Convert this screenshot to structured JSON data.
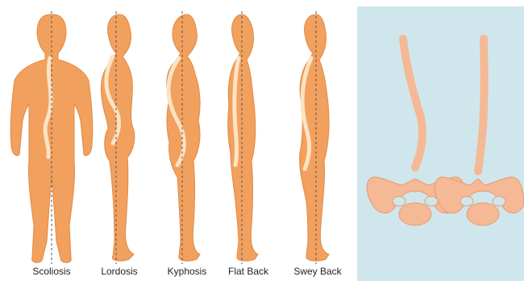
{
  "labels": [
    "Scoliosis",
    "Lordosis",
    "Kyphosis",
    "Flat Back",
    "Swey Back"
  ],
  "colors": {
    "body": "#f2a05e",
    "outline": "#e08a45",
    "spine": "#fbe3c4",
    "midline": "#555555",
    "panel": "#cfe7ec",
    "bone": "#f5b995",
    "bone_dark": "#e59a74"
  }
}
